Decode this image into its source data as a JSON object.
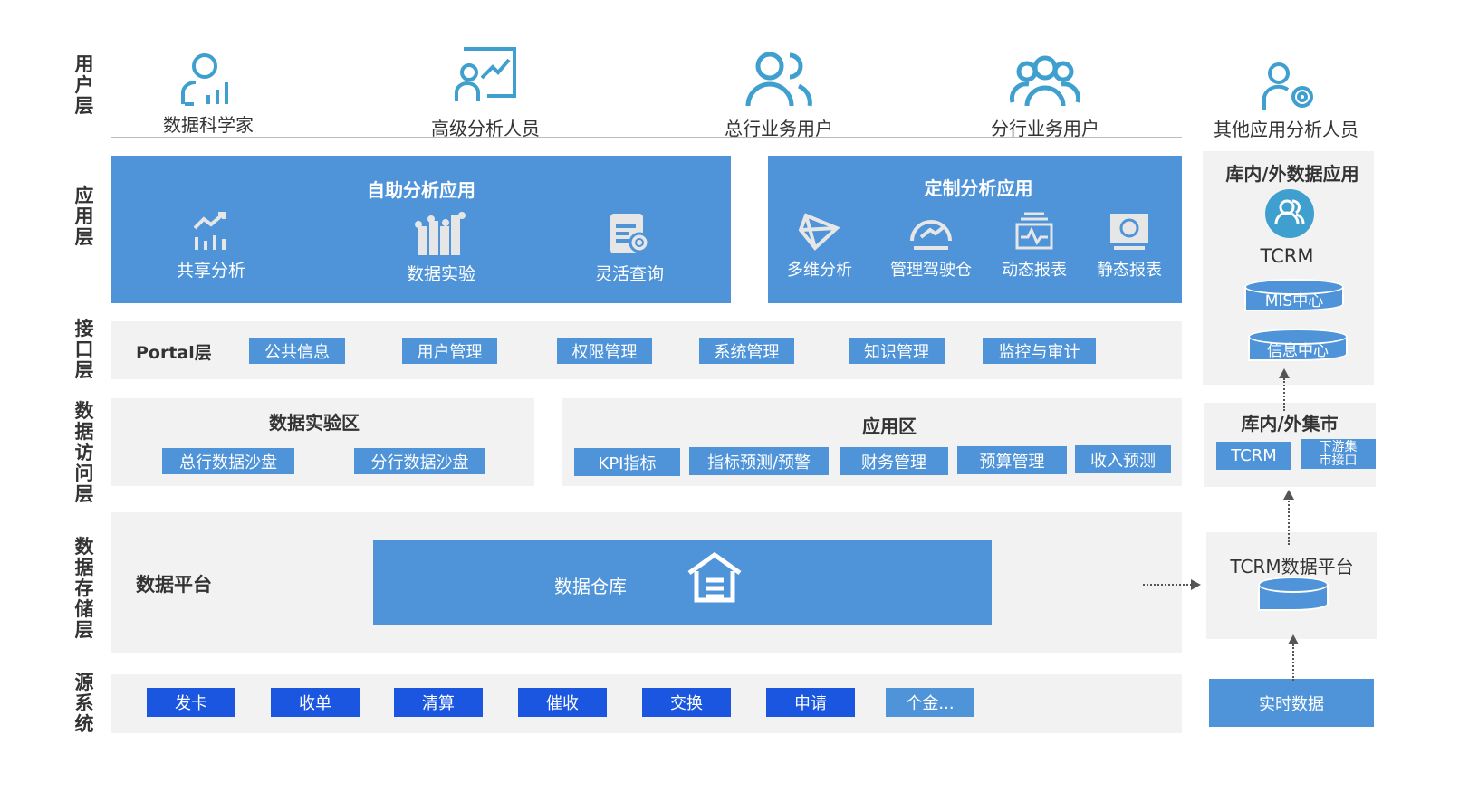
{
  "layers": {
    "user": "用户层",
    "app": "应用层",
    "interface": "接口层",
    "access": "数据访问层",
    "storage": "数据存储层",
    "source": "源系统"
  },
  "users": [
    {
      "label": "数据科学家",
      "icon": "data-scientist-icon"
    },
    {
      "label": "高级分析人员",
      "icon": "analyst-chart-icon"
    },
    {
      "label": "总行业务用户",
      "icon": "two-users-icon"
    },
    {
      "label": "分行业务用户",
      "icon": "group-users-icon"
    },
    {
      "label": "其他应用分析人员",
      "icon": "user-gear-icon"
    }
  ],
  "self_service": {
    "title": "自助分析应用",
    "items": [
      "共享分析",
      "数据实验",
      "灵活查询"
    ]
  },
  "custom": {
    "title": "定制分析应用",
    "items": [
      "多维分析",
      "管理驾驶仓",
      "动态报表",
      "静态报表"
    ]
  },
  "inout_app": {
    "title": "库内/外数据应用",
    "app": "TCRM",
    "dbs": [
      "MIS中心",
      "信息中心"
    ]
  },
  "portal": {
    "label": "Portal层",
    "items": [
      "公共信息",
      "用户管理",
      "权限管理",
      "系统管理",
      "知识管理",
      "监控与审计"
    ]
  },
  "lab_zone": {
    "title": "数据实验区",
    "items": [
      "总行数据沙盘",
      "分行数据沙盘"
    ]
  },
  "app_zone": {
    "title": "应用区",
    "items": [
      "KPI指标",
      "指标预测/预警",
      "财务管理",
      "预算管理",
      "收入预测"
    ]
  },
  "mart": {
    "title": "库内/外集市",
    "items": [
      "TCRM",
      "下游集市接口"
    ]
  },
  "storage": {
    "label": "数据平台",
    "warehouse": "数据仓库"
  },
  "tcrm_platform": {
    "title": "TCRM数据平台"
  },
  "sources": [
    "发卡",
    "收单",
    "清算",
    "催收",
    "交换",
    "申请",
    "个金..."
  ],
  "realtime": "实时数据",
  "colors": {
    "primary": "#4f94d8",
    "source": "#1a56e0",
    "panel": "#f2f2f2",
    "icon": "#3f9fcf"
  }
}
